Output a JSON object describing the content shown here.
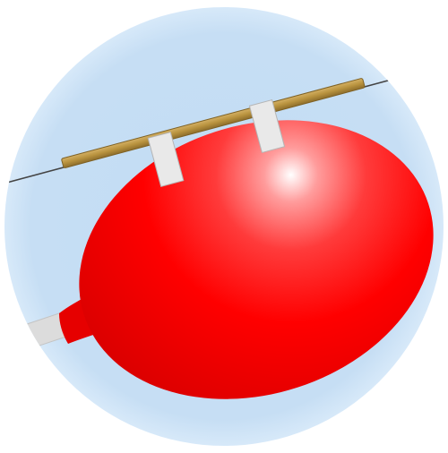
{
  "scene": {
    "subject": "balloon-rocket",
    "elements": [
      "string",
      "straw",
      "tape-strips",
      "balloon",
      "balloon-clip"
    ]
  },
  "colors": {
    "background_outer": "#ffffff",
    "circle_edge": "#d7e9f9",
    "circle_fill": "#c2dcf3",
    "balloon_highlight": "#ffffff",
    "balloon_mid": "#ff3b3b",
    "balloon_base": "#ff0000",
    "balloon_shadow": "#d00000",
    "straw": "#b8923e",
    "straw_edge": "#7e6124",
    "string": "#444444",
    "tape": "#e9e9e9",
    "tape_edge": "#b5b5b5",
    "clip": "#dcdcdc"
  }
}
